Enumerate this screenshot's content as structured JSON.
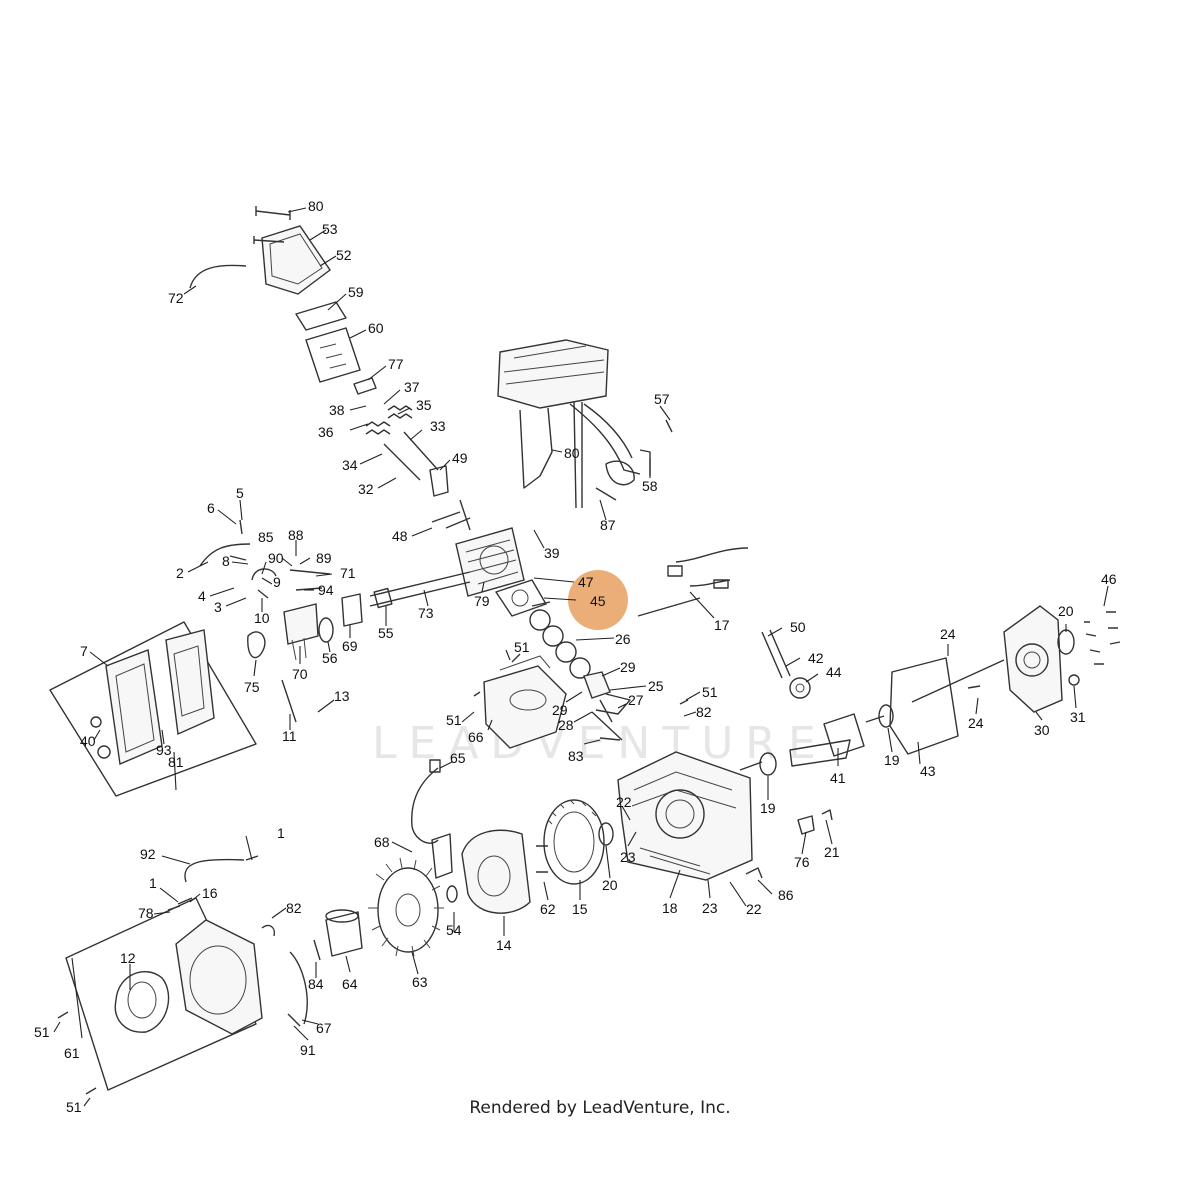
{
  "watermark": "LEADVENTURE",
  "footer": "Rendered by LeadVenture, Inc.",
  "highlight_color": "#e8a060",
  "callouts": [
    "1",
    "1",
    "2",
    "3",
    "4",
    "5",
    "6",
    "7",
    "8",
    "9",
    "10",
    "11",
    "12",
    "13",
    "14",
    "15",
    "16",
    "17",
    "18",
    "19",
    "19",
    "20",
    "20",
    "21",
    "22",
    "22",
    "23",
    "23",
    "24",
    "24",
    "25",
    "26",
    "27",
    "28",
    "29",
    "29",
    "30",
    "31",
    "32",
    "33",
    "34",
    "35",
    "36",
    "37",
    "38",
    "39",
    "40",
    "41",
    "42",
    "43",
    "44",
    "45",
    "46",
    "47",
    "48",
    "49",
    "50",
    "51",
    "51",
    "51",
    "51",
    "51",
    "52",
    "53",
    "54",
    "55",
    "56",
    "57",
    "58",
    "59",
    "60",
    "61",
    "62",
    "63",
    "64",
    "65",
    "66",
    "67",
    "68",
    "69",
    "70",
    "71",
    "72",
    "73",
    "75",
    "76",
    "77",
    "78",
    "79",
    "80",
    "80",
    "81",
    "82",
    "82",
    "83",
    "84",
    "85",
    "86",
    "87",
    "88",
    "89",
    "90",
    "91",
    "92",
    "93",
    "94"
  ],
  "highlighted_callout": "45"
}
